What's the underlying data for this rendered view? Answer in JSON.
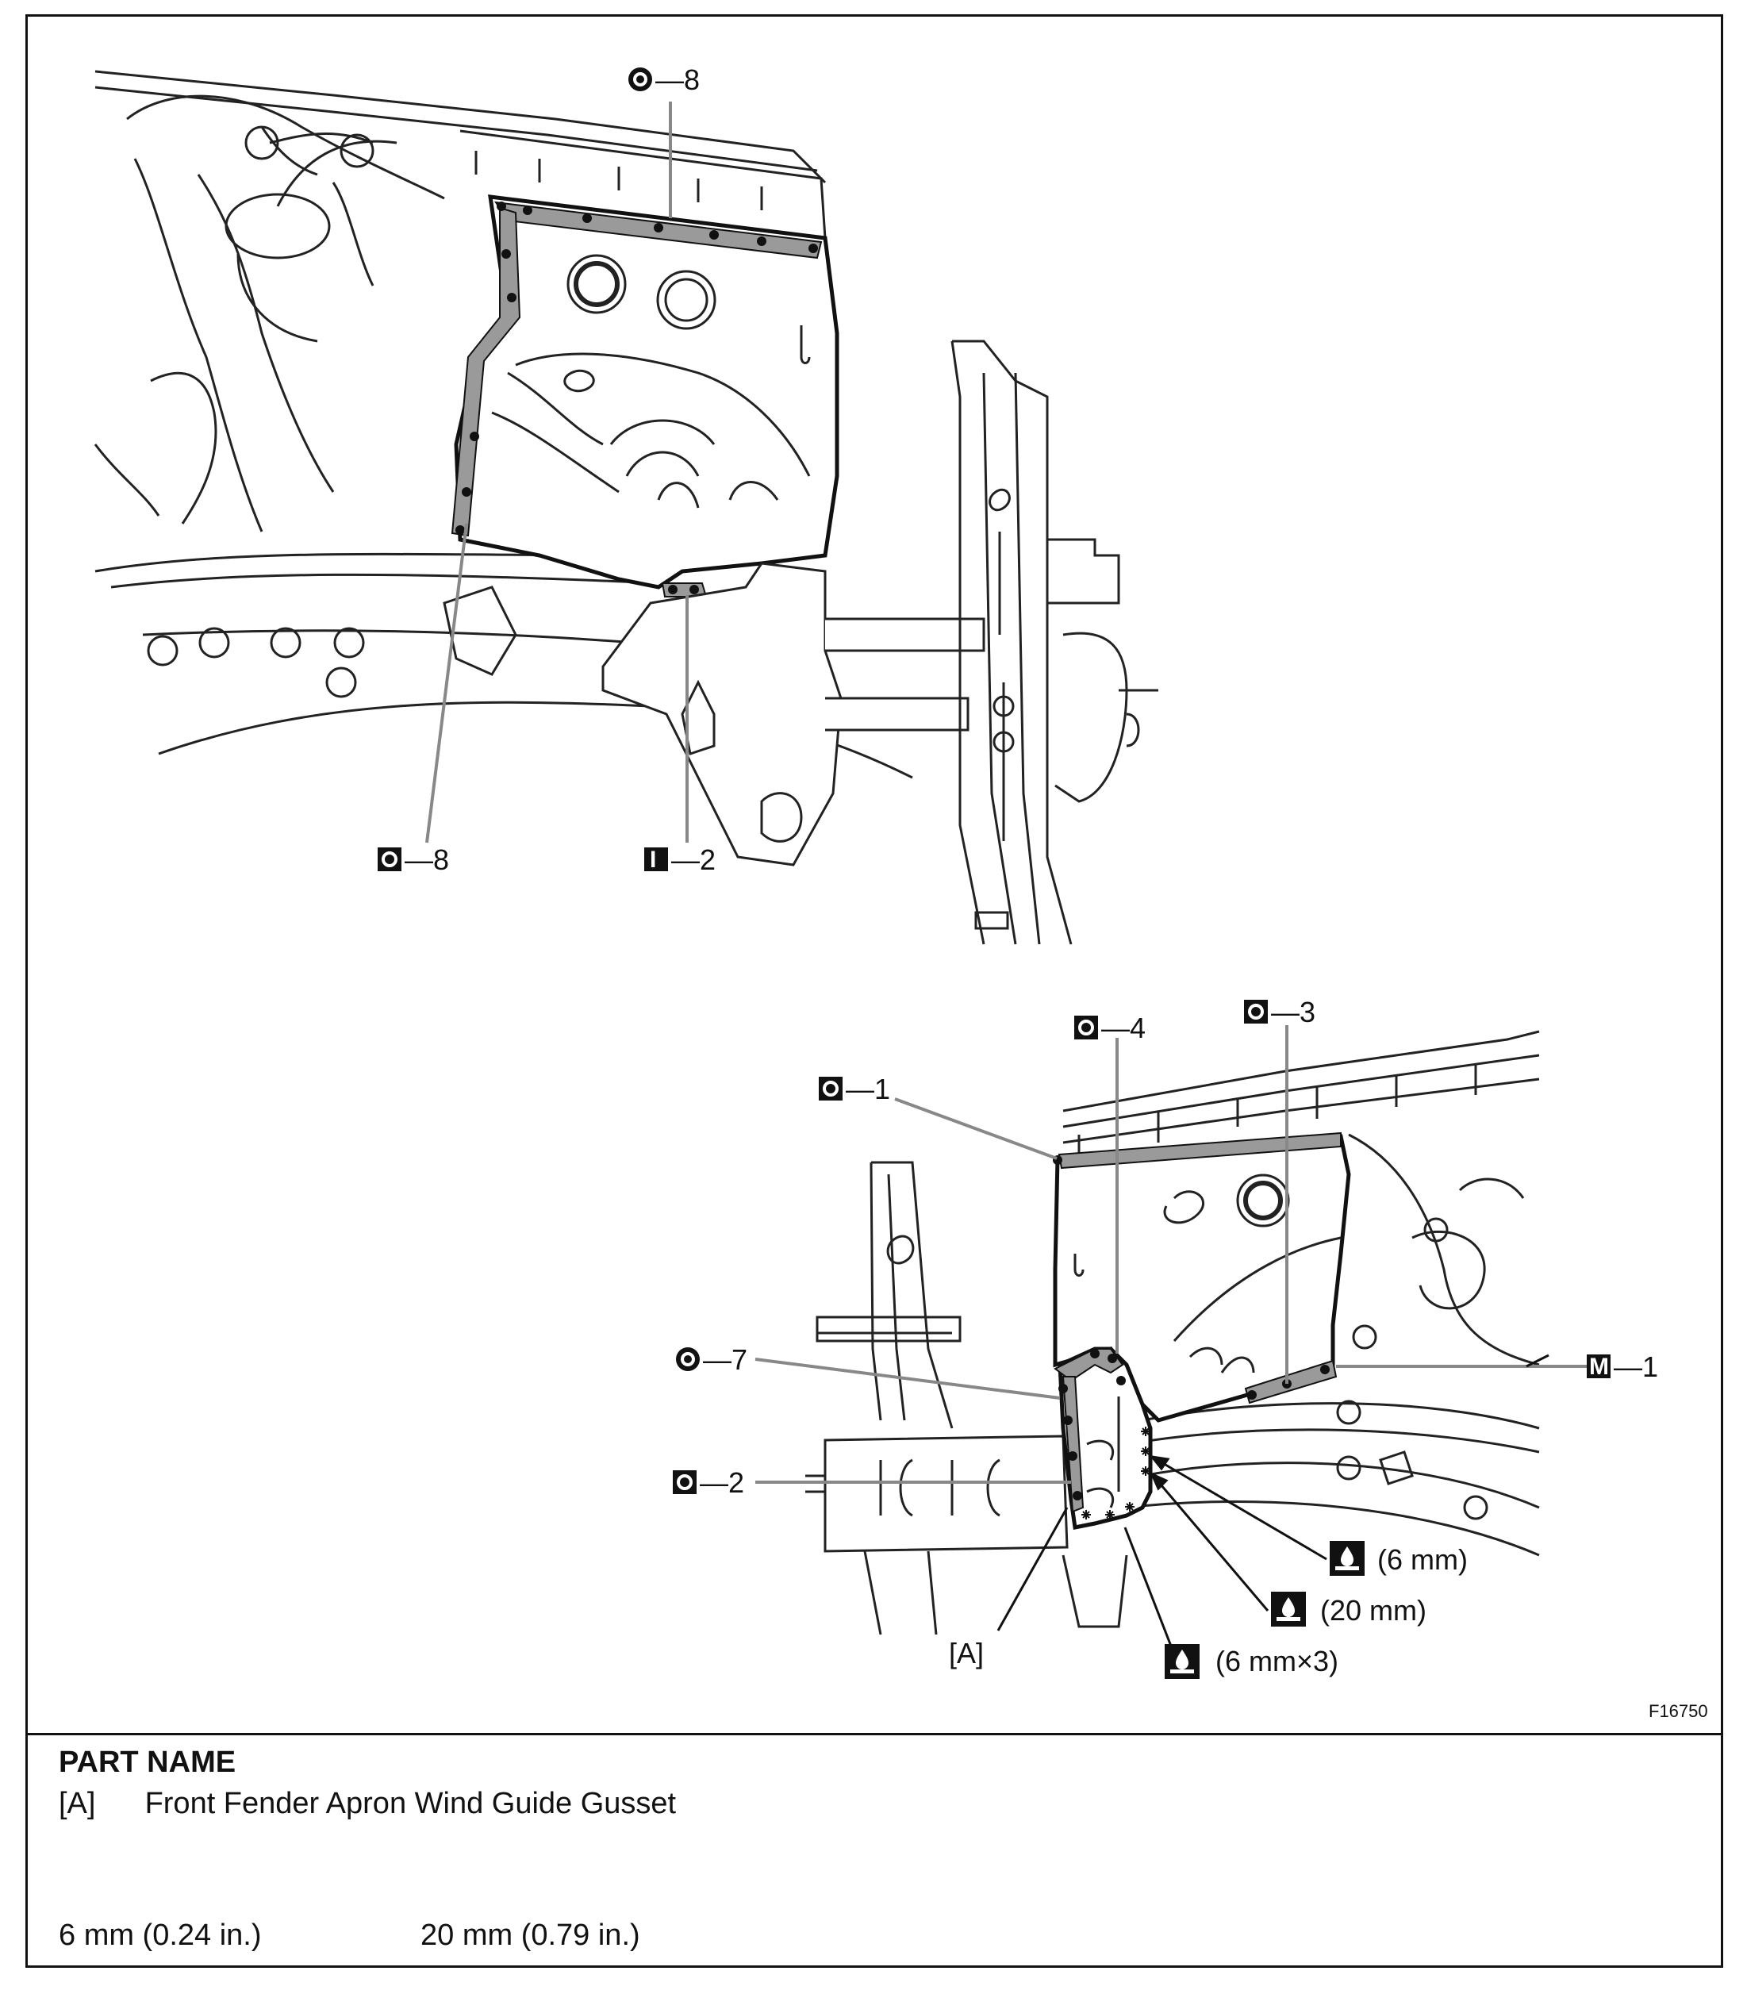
{
  "figure_id": "F16750",
  "labels": {
    "top_weld_top": "—8",
    "top_weld_left": "—8",
    "top_weld_bottom": "—2",
    "b_o1": "—1",
    "b_o4": "—4",
    "b_o3": "—3",
    "b_m1": "—1",
    "b_o7": "—7",
    "b_o2": "—2",
    "sealer_6mm": "(6 mm)",
    "sealer_20mm": "(20 mm)",
    "sealer_6mm_x3": "(6 mm×3)",
    "ref_a": "[A]"
  },
  "symbols": {
    "O": "O",
    "I": "I",
    "M": "M"
  },
  "part_name": {
    "title": "PART NAME",
    "items": [
      {
        "ref": "[A]",
        "name": "Front Fender Apron Wind Guide Gusset"
      }
    ]
  },
  "measurements": {
    "m1": "6 mm (0.24 in.)",
    "m2": "20 mm (0.79 in.)"
  }
}
